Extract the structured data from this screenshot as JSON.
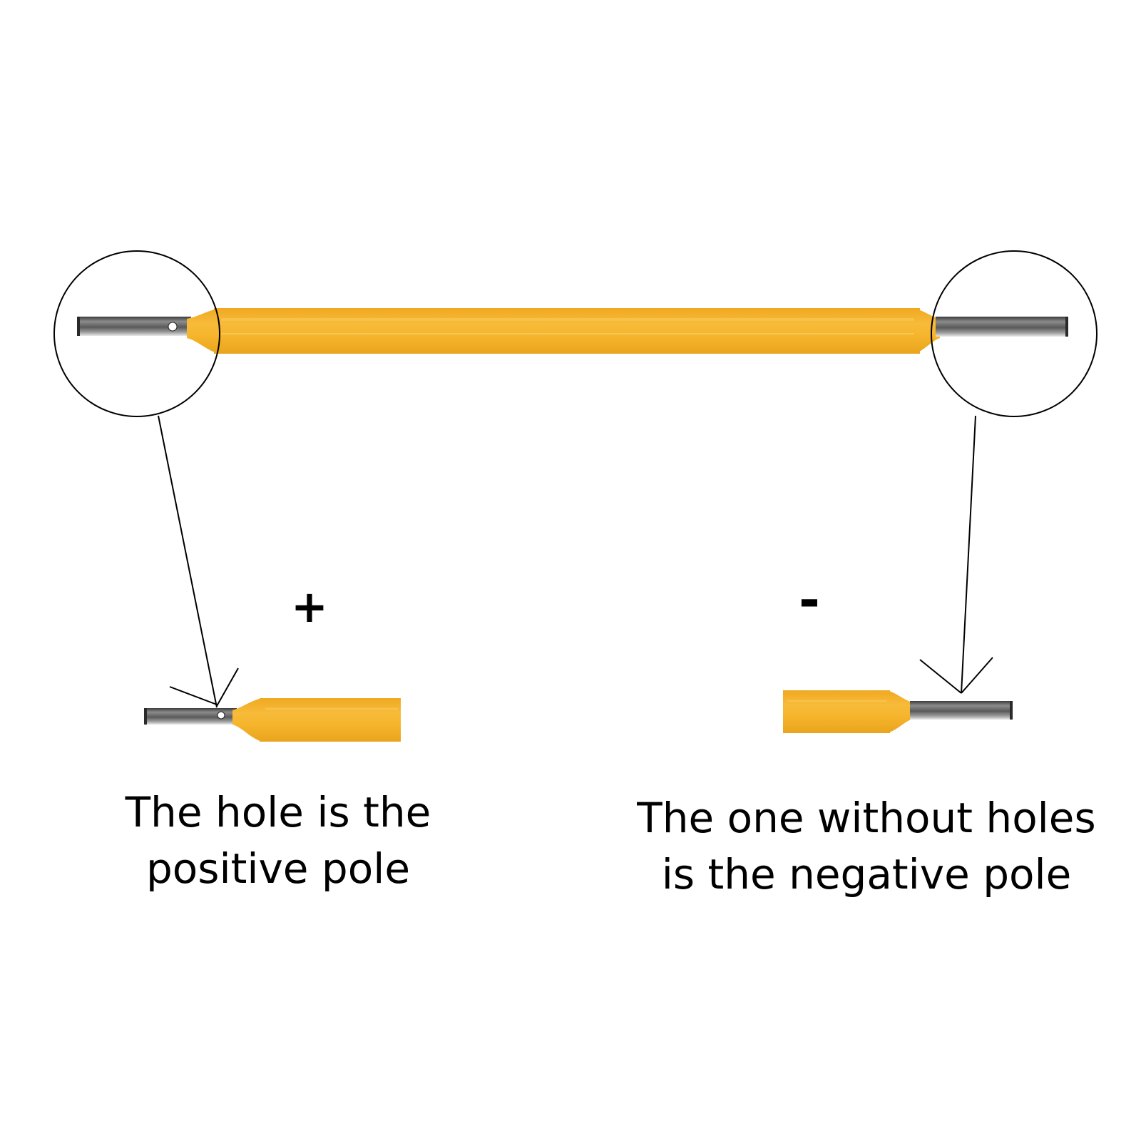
{
  "colors": {
    "filament_body": "#f6b52c",
    "filament_highlight": "#f9c450",
    "metal_lead": "#6e6e6e",
    "outline": "#000000"
  },
  "signs": {
    "positive": "+",
    "negative": "-"
  },
  "captions": {
    "positive": {
      "line1": "The hole is the",
      "line2": "positive pole"
    },
    "negative": {
      "line1": "The one without holes",
      "line2": "is the negative pole"
    }
  }
}
